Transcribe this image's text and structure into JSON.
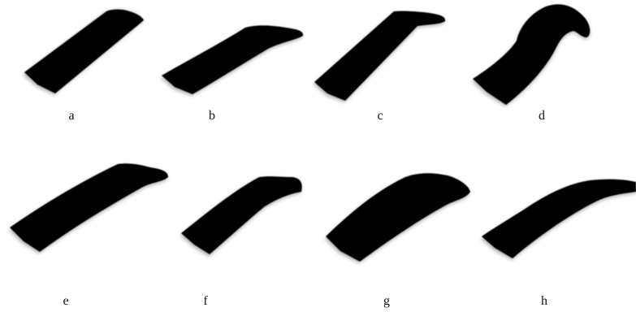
{
  "panels": [
    {
      "id": "a",
      "label": "a"
    },
    {
      "id": "b",
      "label": "b"
    },
    {
      "id": "c",
      "label": "c"
    },
    {
      "id": "d",
      "label": "d"
    },
    {
      "id": "e",
      "label": "e"
    },
    {
      "id": "f",
      "label": "f"
    },
    {
      "id": "g",
      "label": "g"
    },
    {
      "id": "h",
      "label": "h"
    }
  ],
  "colors": {
    "shape_fill": "#000000",
    "shadow": "#555555",
    "background": "#ffffff",
    "label_text": "#111111"
  }
}
